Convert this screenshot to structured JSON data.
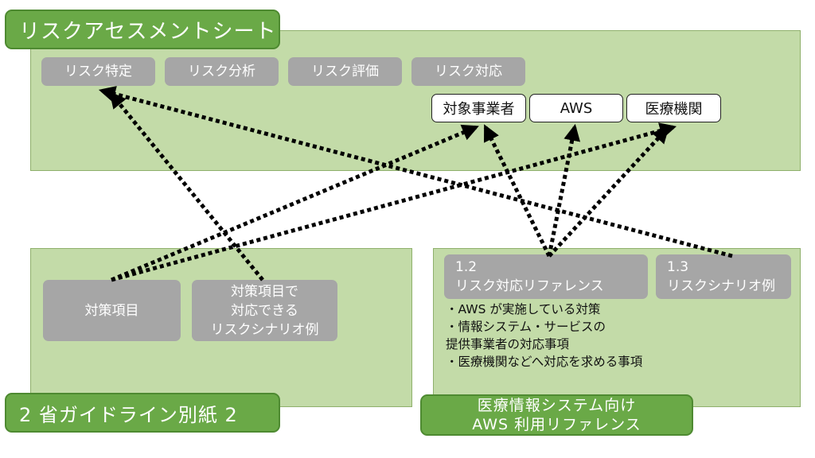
{
  "top_panel": {
    "title": "リスクアセスメントシート",
    "steps": [
      "リスク特定",
      "リスク分析",
      "リスク評価",
      "リスク対応"
    ],
    "parties": [
      "対象事業者",
      "AWS",
      "医療機関"
    ]
  },
  "left_panel": {
    "boxes": [
      {
        "lines": [
          "対策項目"
        ]
      },
      {
        "lines": [
          "対策項目で",
          "対応できる",
          "リスクシナリオ例"
        ]
      }
    ],
    "title": "2 省ガイドライン別紙 2"
  },
  "right_panel": {
    "box_12": {
      "number": "1.2",
      "label": "リスク対応リファレンス"
    },
    "box_13": {
      "number": "1.3",
      "label": "リスクシナリオ例"
    },
    "notes": [
      "・AWS が実施している対策",
      "・情報システム・サービスの",
      "提供事業者の対応事項",
      "・医療機関などへ対応を求める事項"
    ],
    "title_lines": [
      "医療情報システム向け",
      "AWS 利用リファレンス"
    ]
  },
  "colors": {
    "panel_fill": "#c3dba8",
    "title_fill": "#6aa947",
    "box_gray": "#a6a6a6"
  }
}
